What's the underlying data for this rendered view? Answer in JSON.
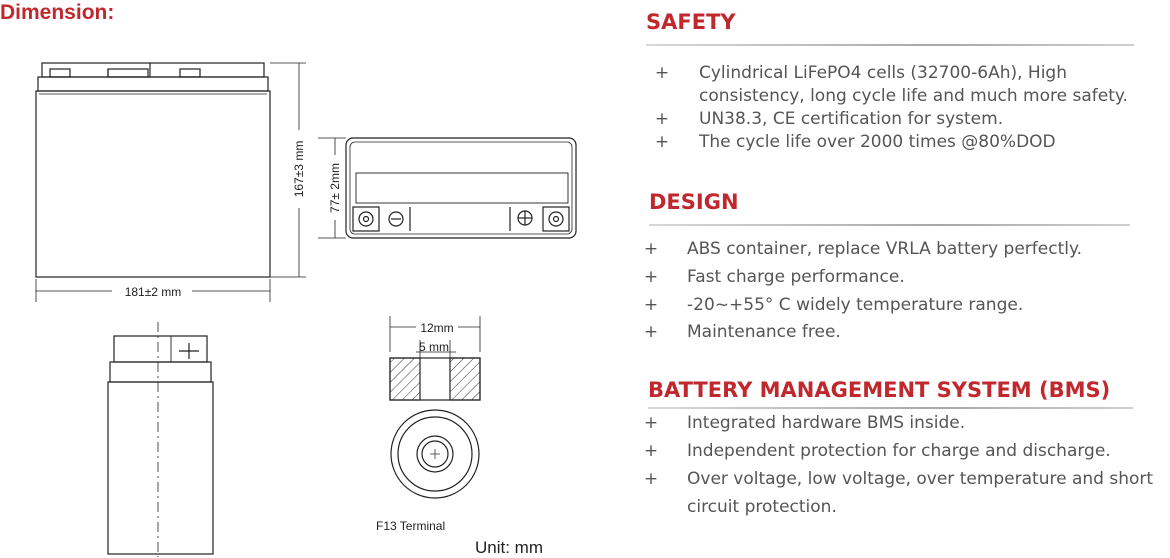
{
  "dimension": {
    "title": "Dimension:",
    "labels": {
      "width": "181±2 mm",
      "height": "167±3 mm",
      "depth": "77± 2mm",
      "terminal_outer": "12mm",
      "terminal_inner": "5 mm",
      "terminal_name": "F13 Terminal"
    },
    "unit": "Unit: mm"
  },
  "sections": [
    {
      "title": "SAFETY",
      "bullet": "+",
      "items": [
        [
          "Cylindrical LiFePO4 cells (32700-6Ah), High",
          "consistency, long cycle life and much more safety."
        ],
        [
          "UN38.3, CE certification for system."
        ],
        [
          "The cycle life over 2000 times @80%DOD"
        ]
      ]
    },
    {
      "title": "DESIGN",
      "bullet": "+",
      "items": [
        [
          "ABS container, replace VRLA battery perfectly."
        ],
        [
          "Fast charge performance."
        ],
        [
          "-20~+55° C widely temperature range."
        ],
        [
          "Maintenance free."
        ]
      ]
    },
    {
      "title": "BATTERY MANAGEMENT SYSTEM (BMS)",
      "bullet": "+",
      "items": [
        [
          "Integrated hardware BMS inside."
        ],
        [
          "Independent protection for charge and discharge."
        ],
        [
          "Over voltage, low voltage, over temperature and short",
          "circuit protection."
        ]
      ]
    }
  ],
  "colors": {
    "accent": "#c0282d",
    "body_text": "#555555"
  }
}
